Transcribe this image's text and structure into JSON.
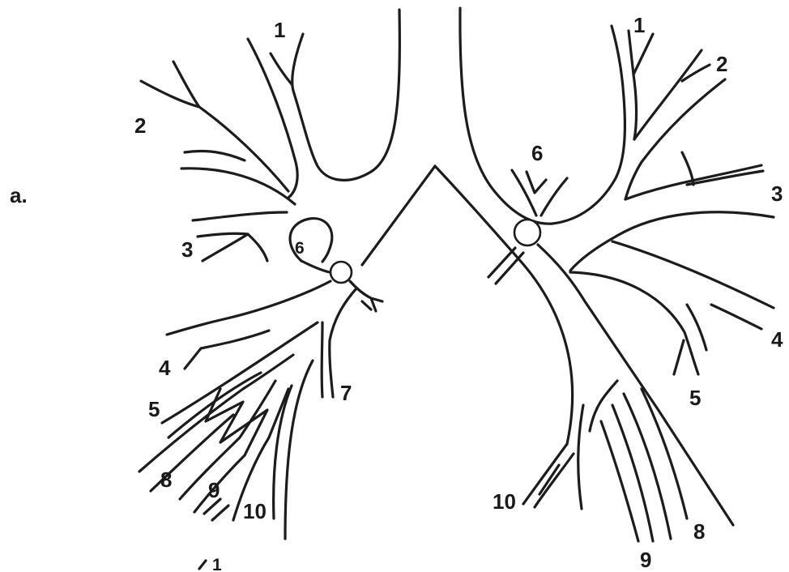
{
  "figure": {
    "panel_label": "a.",
    "left": {
      "s1": "1",
      "s2": "2",
      "s3": "3",
      "s4": "4",
      "s5": "5",
      "s6": "6",
      "s7": "7",
      "s8": "8",
      "s9": "9",
      "s10": "10"
    },
    "right": {
      "s1": "1",
      "s2": "2",
      "s3": "3",
      "s4": "4",
      "s5": "5",
      "s6": "6",
      "s8": "8",
      "s9": "9",
      "s10": "10"
    },
    "bottom_partial": "1"
  }
}
